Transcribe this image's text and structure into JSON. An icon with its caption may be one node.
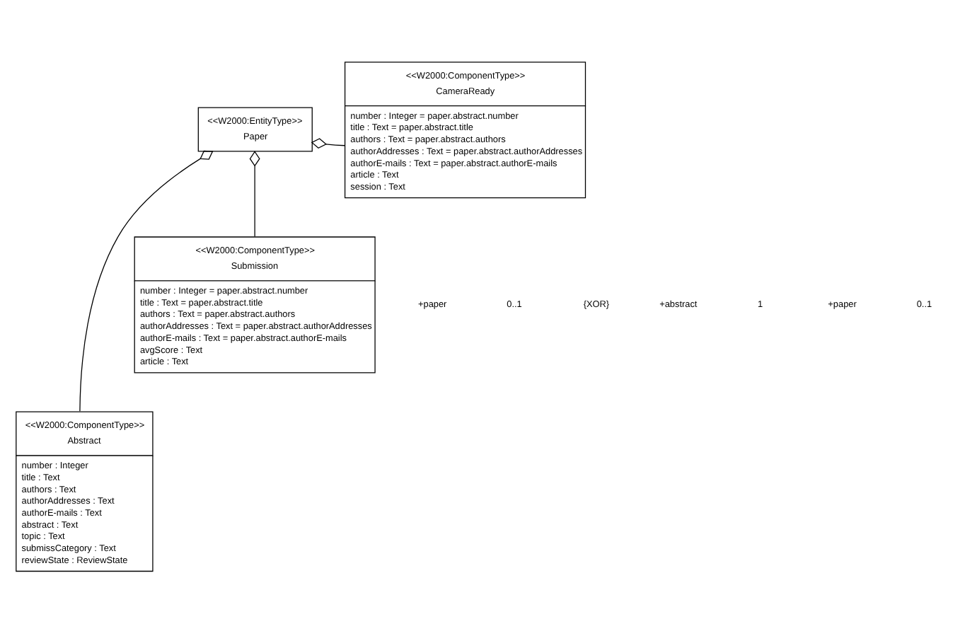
{
  "diagram": {
    "nodes": [
      {
        "text": [
          "<<W2000:EntityType>>",
          "Paper"
        ]
      },
      {
        "text": [
          "<<W2000:ComponentType>>",
          "CameraReady",
          "number : Integer = paper.abstract.number",
          "title : Text = paper.abstract.title",
          "authors : Text = paper.abstract.authors",
          "authorAddresses : Text = paper.abstract.authorAddresses",
          "authorE-mails : Text = paper.abstract.authorE-mails",
          "article : Text",
          "session : Text"
        ]
      },
      {
        "text": [
          "<<W2000:ComponentType>>",
          "Abstract",
          "number : Integer",
          "title : Text",
          "authors : Text",
          "authorAddresses : Text",
          "authorE-mails : Text",
          "abstract : Text",
          "topic : Text",
          "submissCategory : Text",
          "reviewState : ReviewState"
        ]
      },
      {
        "text": [
          "<<W2000:ComponentType>>",
          "Submission",
          "number : Integer = paper.abstract.number",
          "title : Text = paper.abstract.title",
          "authors : Text = paper.abstract.authors",
          "authorAddresses : Text = paper.abstract.authorAddresses",
          "authorE-mails : Text = paper.abstract.authorE-mails",
          "avgScore : Text",
          "article : Text"
        ]
      }
    ],
    "edges": [
      {
        "from": 0,
        "to": 1,
        "arrow": "other"
      },
      {
        "from": 0,
        "to": 2,
        "arrow": "other"
      },
      {
        "from": 0,
        "to": 3,
        "arrow": "other"
      }
    ],
    "labels": [
      "+paper",
      "0..1",
      "{XOR}",
      "+abstract",
      "1",
      "+paper",
      "0..1"
    ]
  }
}
